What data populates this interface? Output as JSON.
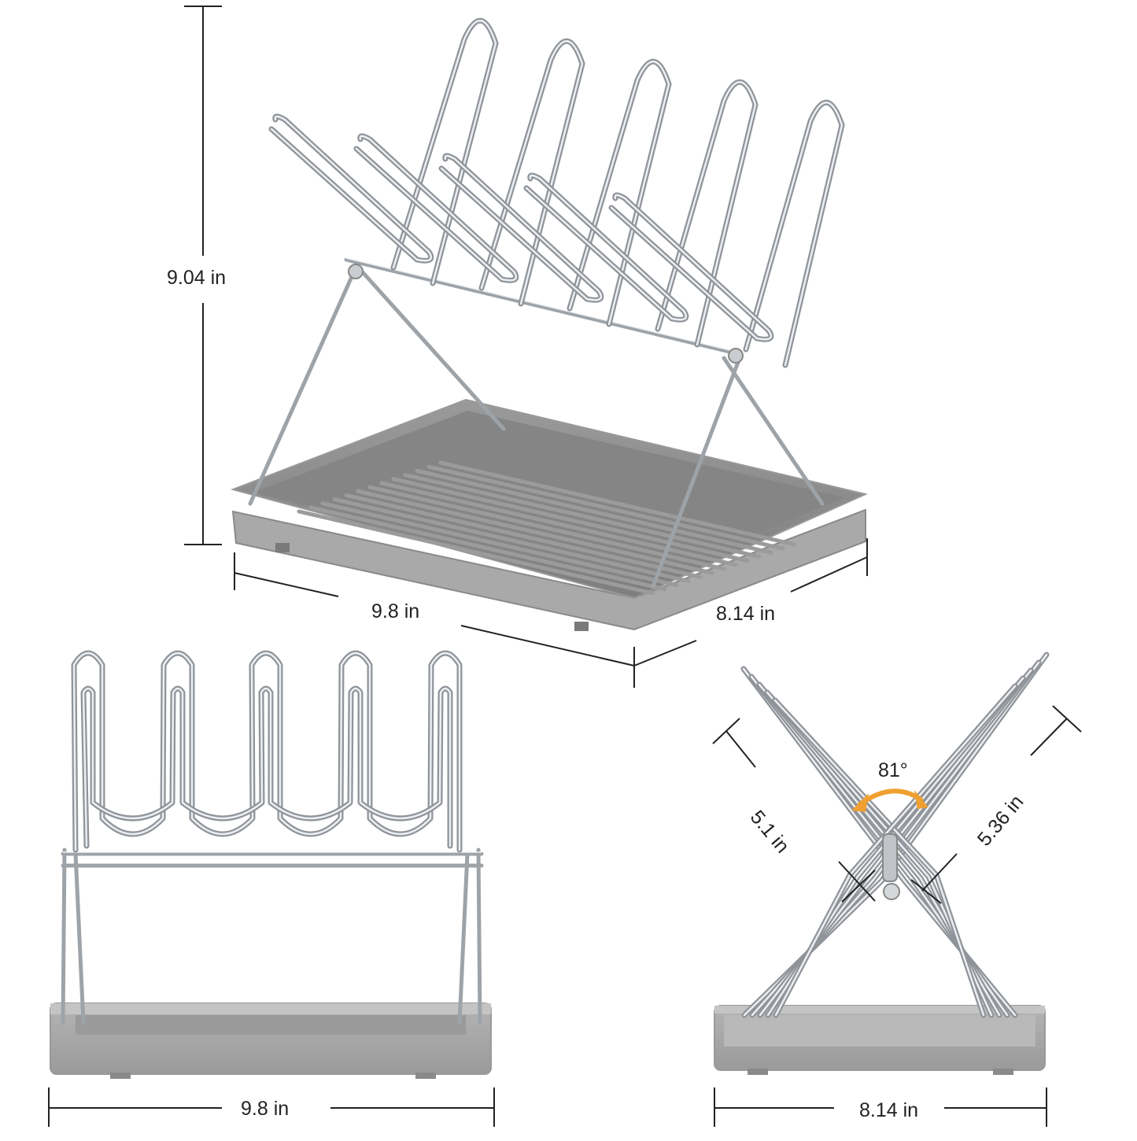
{
  "colors": {
    "tray": "#8c8c8c",
    "tray_light": "#a8a8a8",
    "tray_dark": "#6e6e6e",
    "wire": "#9ea3a8",
    "wire_highlight": "#e8eaec",
    "dimension_line": "#222222",
    "angle_arrow": "#f0a030"
  },
  "views": {
    "isometric": {
      "height_label": "9.04 in",
      "length_label": "9.8 in",
      "width_label": "8.14 in"
    },
    "front": {
      "length_label": "9.8 in"
    },
    "side": {
      "angle_label": "81°",
      "left_arm_label": "5.1 in",
      "right_arm_label": "5.36 in",
      "width_label": "8.14 in"
    }
  }
}
